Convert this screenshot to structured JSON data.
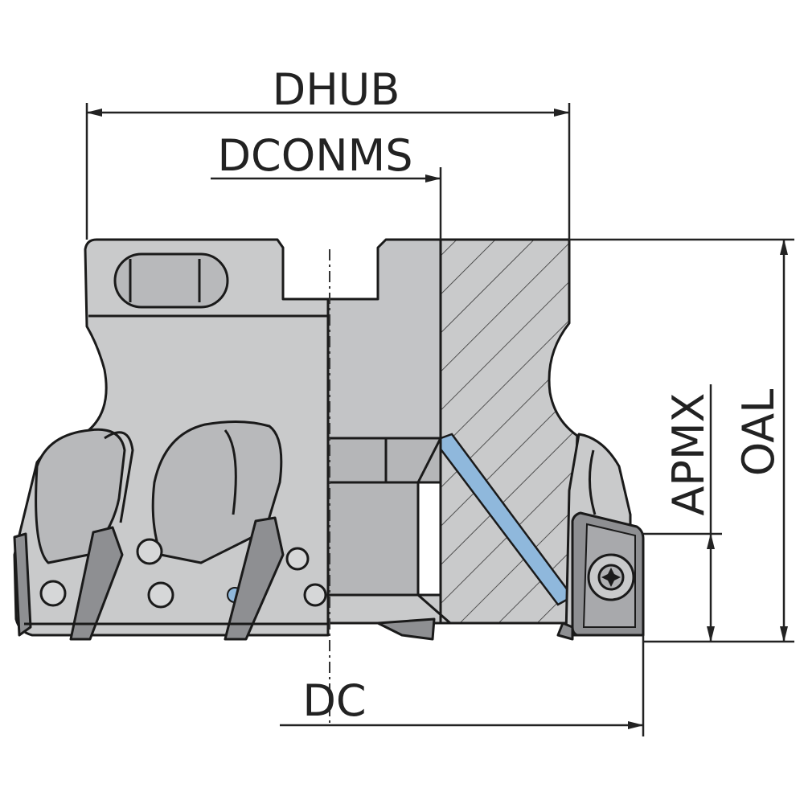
{
  "labels": {
    "dhub": "DHUB",
    "dconms": "DCONMS",
    "dc": "DC",
    "apmx": "APMX",
    "oal": "OAL"
  },
  "colors": {
    "body": "#c9cacb",
    "body_dark": "#b5b6b8",
    "insert": "#8e8f92",
    "coolant": "#8fb8dc",
    "line": "#1a1a1a",
    "dimension": "#222222"
  }
}
